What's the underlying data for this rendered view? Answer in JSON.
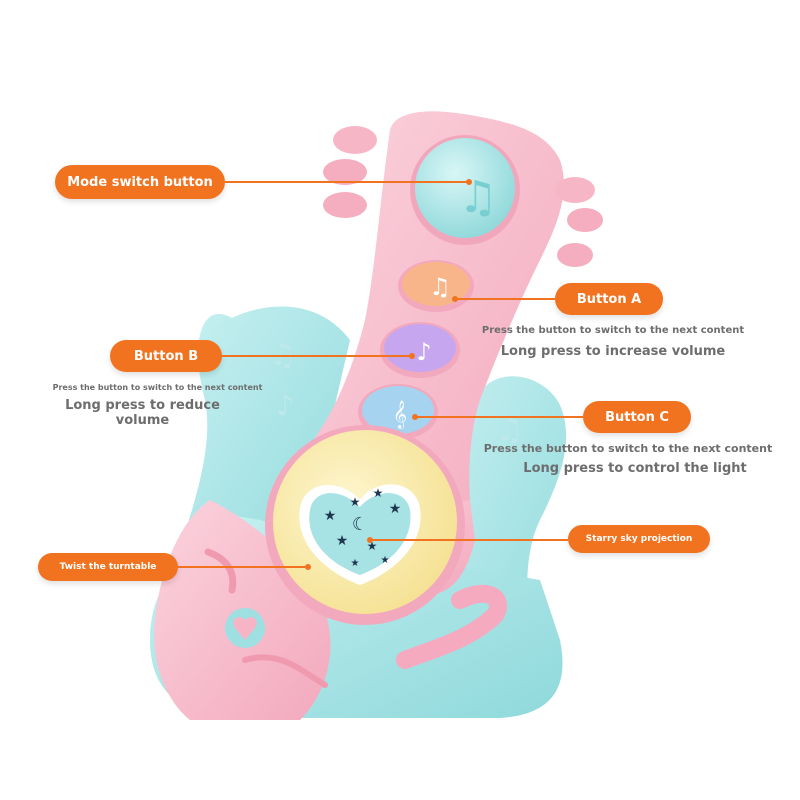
{
  "callouts": {
    "mode_switch": {
      "label": "Mode switch button"
    },
    "button_a": {
      "label": "Button A",
      "line1": "Press the button to switch to the next content",
      "line2": "Long press to increase volume"
    },
    "button_b": {
      "label": "Button B",
      "line1": "Press the button to switch to the next content",
      "line2": "Long press to reduce",
      "line3": "volume"
    },
    "button_c": {
      "label": "Button C",
      "line1": "Press the button to switch to the next content",
      "line2": "Long press to control the light"
    },
    "starry": {
      "label": "Starry sky projection"
    },
    "turntable": {
      "label": "Twist the turntable"
    }
  },
  "colors": {
    "accent": "#f2731f",
    "toy_pink": "#f7b8c8",
    "toy_cyan": "#a6e4e6",
    "toy_yellow": "#fbf0b4",
    "button_a": "#f9b58a",
    "button_b": "#c7a6f0",
    "button_c": "#a6d3f0"
  }
}
